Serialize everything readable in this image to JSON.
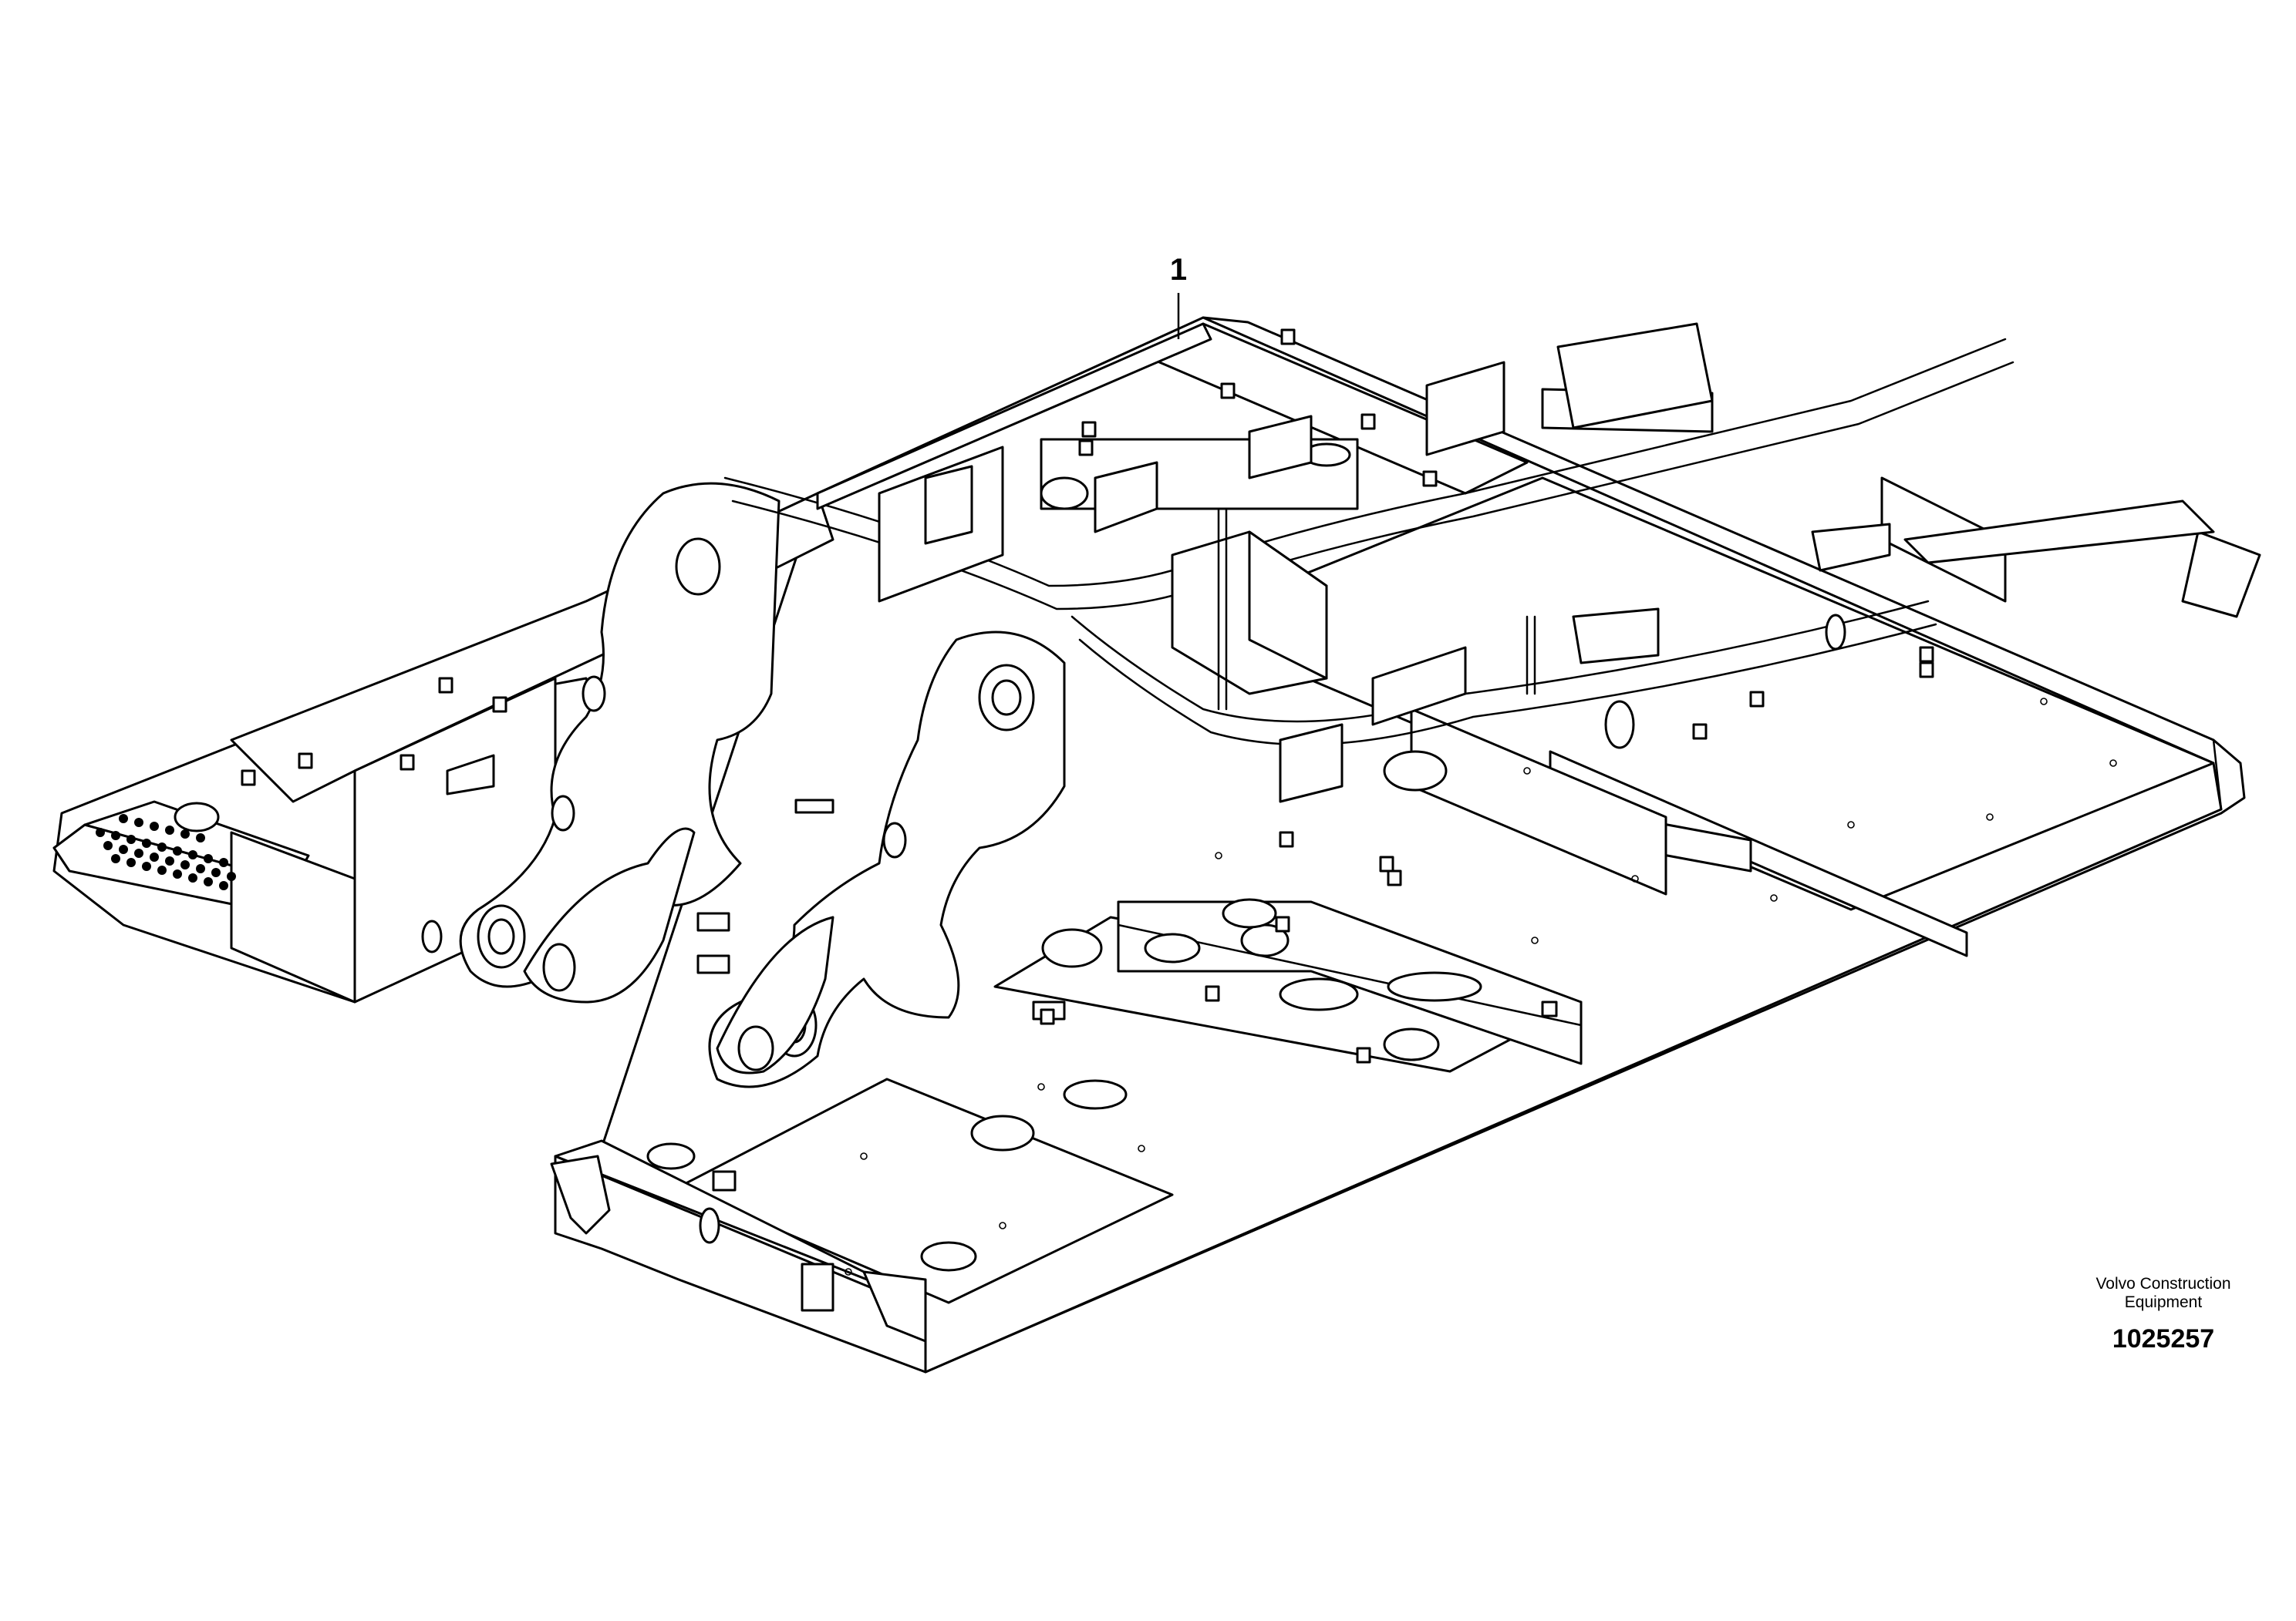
{
  "callout": {
    "label": "1"
  },
  "publisher": {
    "line1": "Volvo Construction",
    "line2": "Equipment"
  },
  "figure": {
    "number": "1025257"
  }
}
